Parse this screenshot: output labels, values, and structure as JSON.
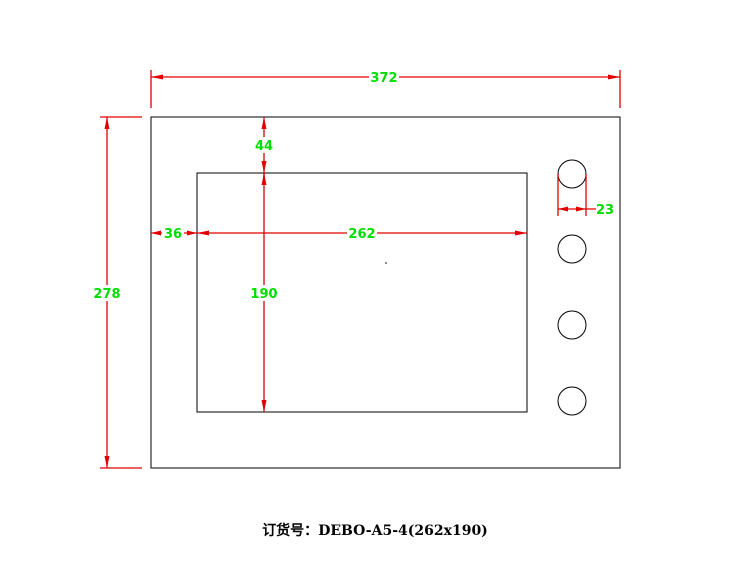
{
  "dimensions": {
    "overall_width": "372",
    "overall_height": "278",
    "top_offset": "44",
    "left_offset": "36",
    "cutout_width": "262",
    "cutout_height": "190",
    "knob_diameter": "23"
  },
  "order": {
    "label": "订货号：",
    "code": "DEBO-A5-4(262x190)"
  },
  "colors": {
    "dimension_line": "#e00000",
    "dimension_text": "#00dd00",
    "outline": "#000000"
  }
}
